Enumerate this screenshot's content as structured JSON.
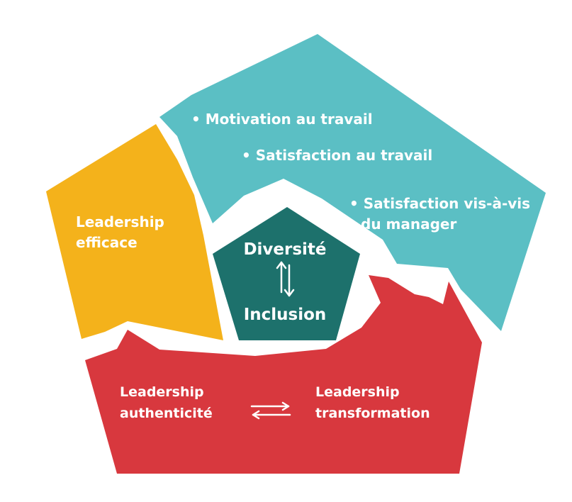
{
  "colors": {
    "teal": "#5bbfc4",
    "yellow": "#f4b21b",
    "red": "#d8383e",
    "dark_teal": "#1d716c",
    "text": "#ffffff"
  },
  "top_block": {
    "items": [
      "• Motivation au travail",
      "• Satisfaction au travail",
      "• Satisfaction vis-à-vis",
      "du manager"
    ]
  },
  "left_block": {
    "lines": [
      "Leadership",
      "efficace"
    ]
  },
  "center_block": {
    "top": "Diversité",
    "bottom": "Inclusion",
    "arrows_icon": "up-down-arrows-icon"
  },
  "bottom_block": {
    "left_lines": [
      "Leadership",
      "authenticité"
    ],
    "right_lines": [
      "Leadership",
      "transformation"
    ],
    "arrows_icon": "left-right-arrows-icon"
  }
}
